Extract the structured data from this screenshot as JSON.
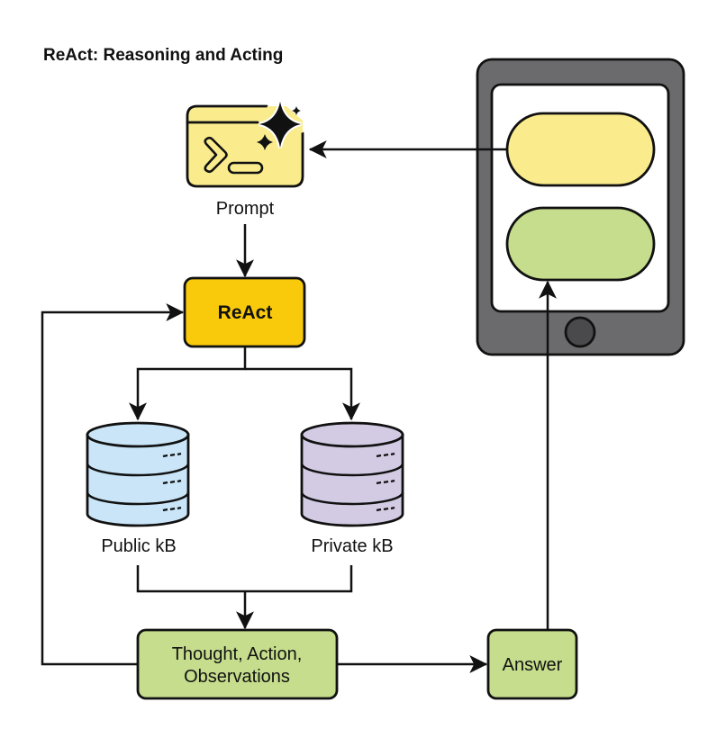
{
  "title": "ReAct: Reasoning and Acting",
  "colors": {
    "prompt_fill": "#faec8c",
    "react_fill": "#f9ca0b",
    "public_db_fill": "#c9e5f7",
    "private_db_fill": "#d3cbe3",
    "green_fill": "#c5dd8c",
    "phone_bezel": "#6b6b6e",
    "phone_button": "#4a4a4c",
    "stroke": "#111111"
  },
  "nodes": {
    "prompt": {
      "label": "Prompt",
      "icon": "terminal-sparkle-icon"
    },
    "react": {
      "label": "ReAct"
    },
    "public_kb": {
      "label": "Public kB",
      "icon": "database-icon"
    },
    "private_kb": {
      "label": "Private kB",
      "icon": "database-icon"
    },
    "thought": {
      "label_line1": "Thought, Action,",
      "label_line2": "Observations"
    },
    "answer": {
      "label": "Answer"
    },
    "phone": {
      "icon": "smartphone-icon",
      "bubbles": [
        "user-input-bubble",
        "answer-output-bubble"
      ]
    }
  },
  "edges": [
    {
      "from": "phone.user-input-bubble",
      "to": "prompt"
    },
    {
      "from": "prompt",
      "to": "react"
    },
    {
      "from": "react",
      "to": "public_kb"
    },
    {
      "from": "react",
      "to": "private_kb"
    },
    {
      "from": "public_kb",
      "to": "thought"
    },
    {
      "from": "private_kb",
      "to": "thought"
    },
    {
      "from": "thought",
      "to": "react"
    },
    {
      "from": "thought",
      "to": "answer"
    },
    {
      "from": "answer",
      "to": "phone.answer-output-bubble"
    }
  ]
}
